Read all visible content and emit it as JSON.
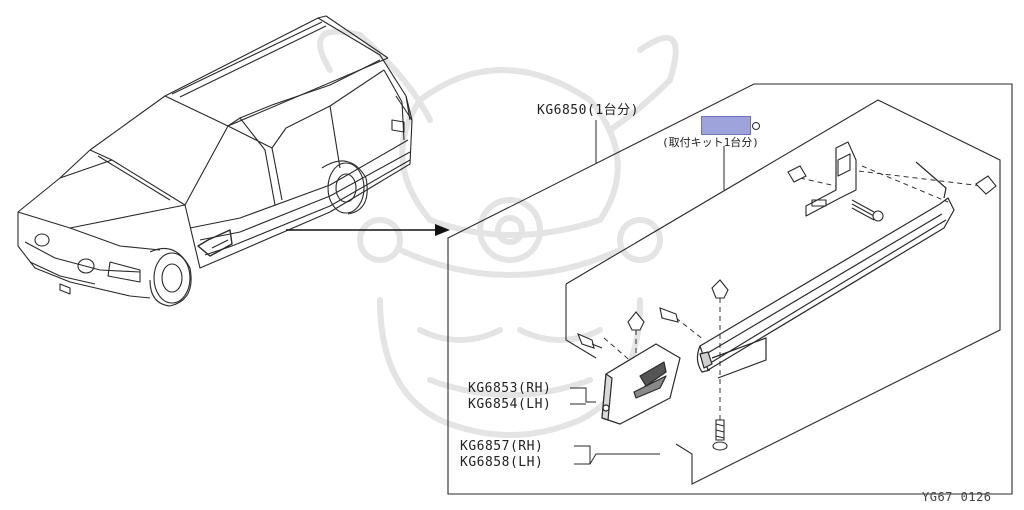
{
  "labels": {
    "kit_main": "KG6850(1台分)",
    "kit_mount": "(取付キット1台分)",
    "part_rh_1": "KG6853(RH)",
    "part_lh_1": "KG6854(LH)",
    "part_rh_2": "KG6857(RH)",
    "part_lh_2": "KG6858(LH)",
    "figure_code": "YG67 0126"
  },
  "colors": {
    "line": "#2a2a2a",
    "highlight": "#9fa3dc",
    "watermark": "#e6e6e6"
  },
  "icons": {
    "watermark": "samurai-helmet-watermark"
  }
}
